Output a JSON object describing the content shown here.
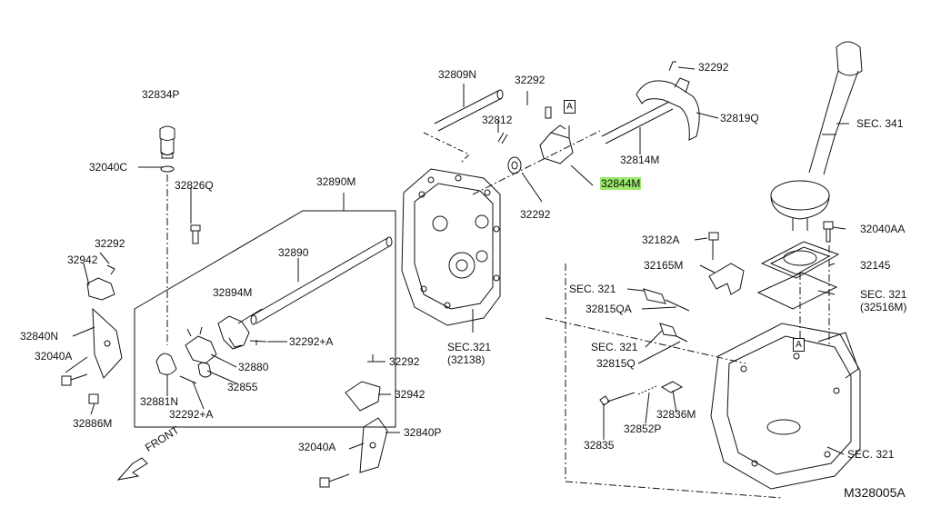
{
  "diagram_code": "M328005A",
  "front_label": "FRONT",
  "callout_box": "A",
  "labels": {
    "p32834P": "32834P",
    "p32040C": "32040C",
    "p32826Q": "32826Q",
    "p32890M": "32890M",
    "p32890": "32890",
    "p32894M": "32894M",
    "p32292_a": "32292",
    "p32942_l": "32942",
    "p32840N": "32840N",
    "p32040A_l": "32040A",
    "p32886M": "32886M",
    "p32881N": "32881N",
    "p32292plusA_1": "32292+A",
    "p32880": "32880",
    "p32855": "32855",
    "p32292plusA_2": "32292+A",
    "p32809N": "32809N",
    "p32292_b": "32292",
    "p32812": "32812",
    "p32292_c": "32292",
    "p32844M": "32844M",
    "p32292_d": "32292",
    "p32819Q": "32819Q",
    "p32814M": "32814M",
    "sec341": "SEC. 341",
    "p32040AA": "32040AA",
    "p32182A": "32182A",
    "p32165M": "32165M",
    "p32145": "32145",
    "sec321_a": "SEC. 321",
    "sec321_b": "SEC. 321",
    "p32516M": "(32516M)",
    "p32815QA": "32815QA",
    "sec321_c": "SEC. 321",
    "p32815Q": "32815Q",
    "sec321_center": "SEC.321",
    "p32138": "(32138)",
    "p32292_e": "32292",
    "p32942_m": "32942",
    "p32840P": "32840P",
    "p32040A_m": "32040A",
    "p32836M": "32836M",
    "p32852P": "32852P",
    "p32835": "32835",
    "sec321_d": "SEC. 321"
  },
  "highlight_color": "#9be86a"
}
